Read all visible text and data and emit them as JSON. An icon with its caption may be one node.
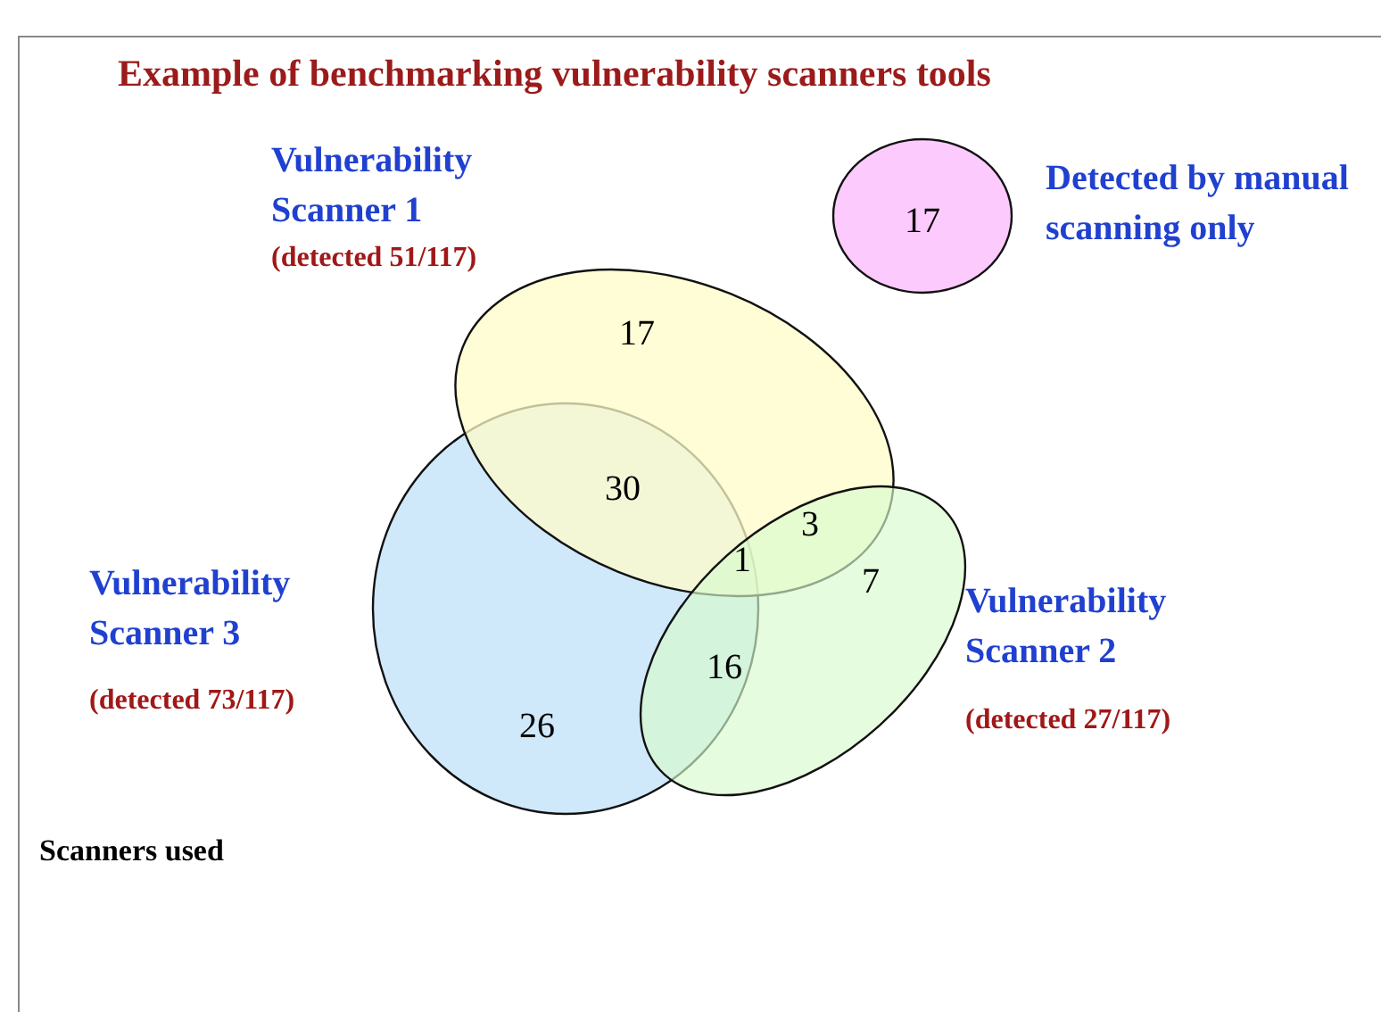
{
  "diagram": {
    "title": "Example of benchmarking vulnerability scanners tools",
    "nodes": [
      {
        "text": [
          "Vulnerability Scanner 1",
          "(detected 51/117)"
        ]
      },
      {
        "text": [
          "17"
        ],
        "beside": [
          "Detected by manual scanning only"
        ]
      },
      {
        "text": [
          "Vulnerability Scanner 3",
          "(detected 73/117)"
        ]
      },
      {
        "text": [
          "Vulnerability Scanner 2",
          "(detected 27/117)"
        ]
      }
    ],
    "labels": [
      "17",
      "30",
      "3",
      "1",
      "7",
      "16",
      "26",
      "Scanners used"
    ]
  }
}
